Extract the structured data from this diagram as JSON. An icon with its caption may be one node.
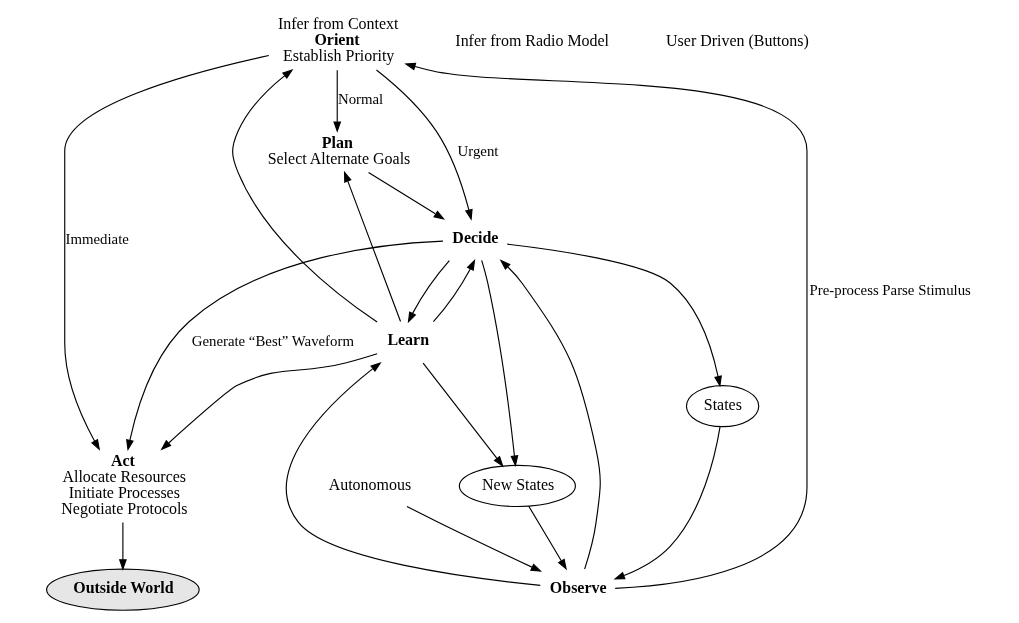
{
  "diagram": {
    "nodes": [
      {
        "text": [
          "Orient"
        ],
        "beside": [
          "Infer from Context",
          "Establish Priority"
        ]
      },
      {
        "text": [
          "Plan"
        ],
        "beside": [
          "Select Alternate Goals"
        ]
      },
      {
        "text": [
          "Learn"
        ]
      },
      {
        "text": [
          "Observe"
        ]
      },
      {
        "text": [
          "New States"
        ]
      },
      {
        "text": [
          "States"
        ]
      },
      {
        "text": [
          "Decide"
        ]
      },
      {
        "text": [
          "Act"
        ],
        "beside": [
          "Allocate Resources",
          "Initiate Processes",
          "Negotiate Protocols"
        ]
      },
      {
        "text": [
          "Outside World"
        ]
      },
      {
        "text": [
          "Autonomous"
        ]
      }
    ],
    "edges": [
      {
        "from": 3,
        "to": 0,
        "arrow": "to",
        "label": "Pre-process Parse Stimulus"
      },
      {
        "from": 0,
        "to": 1,
        "arrow": "to",
        "label": "Normal"
      },
      {
        "from": 0,
        "to": 6,
        "arrow": "to",
        "label": "Urgent"
      },
      {
        "from": 0,
        "to": 7,
        "arrow": "to",
        "label": "Immediate"
      },
      {
        "from": 2,
        "to": 0,
        "arrow": "to"
      },
      {
        "from": 2,
        "to": 1,
        "arrow": "to"
      },
      {
        "from": 3,
        "to": 2,
        "arrow": "to"
      },
      {
        "from": 3,
        "to": 6,
        "arrow": "to"
      },
      {
        "from": 1,
        "to": 6,
        "arrow": "to"
      },
      {
        "from": 6,
        "to": 2,
        "arrow": "to"
      },
      {
        "from": 2,
        "to": 6,
        "arrow": "to"
      },
      {
        "from": 2,
        "to": 4,
        "arrow": "to"
      },
      {
        "from": 2,
        "to": 7,
        "arrow": "to"
      },
      {
        "from": 6,
        "to": 4,
        "arrow": "to"
      },
      {
        "from": 6,
        "to": 5,
        "arrow": "to"
      },
      {
        "from": 4,
        "to": 3,
        "arrow": "to"
      },
      {
        "from": 5,
        "to": 3,
        "arrow": "to"
      },
      {
        "from": 6,
        "to": 7,
        "arrow": "to",
        "label": "Generate “Best” Waveform"
      },
      {
        "from": 7,
        "to": 8,
        "arrow": "to"
      },
      {
        "from": 9,
        "to": 3,
        "arrow": "to"
      }
    ],
    "labels": [
      "Infer from Radio Model",
      "User Driven (Buttons)"
    ]
  }
}
